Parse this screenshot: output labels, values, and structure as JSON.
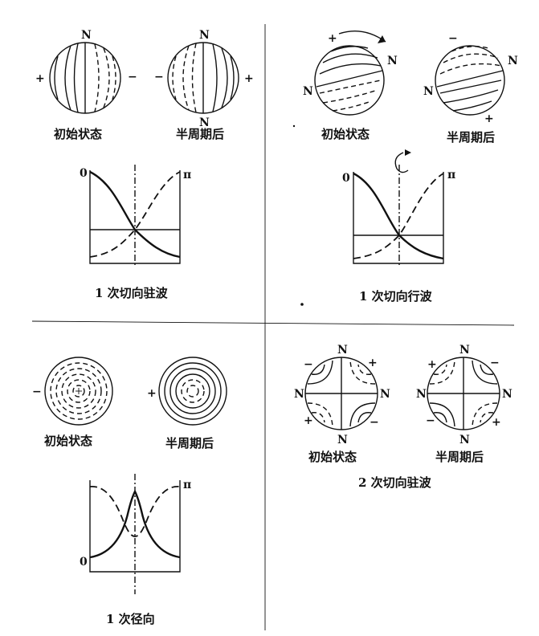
{
  "marks": {
    "n": "N",
    "plus": "+",
    "minus": "−",
    "pi": "π",
    "zero": "0"
  },
  "labels": {
    "initial": "初始状态",
    "half_period": "半周期后",
    "p1_caption": "1 次切向驻波",
    "p2_caption": "1 次切向行波",
    "p3_caption": "1 次径向",
    "p4_caption": "2 次切向驻波"
  }
}
